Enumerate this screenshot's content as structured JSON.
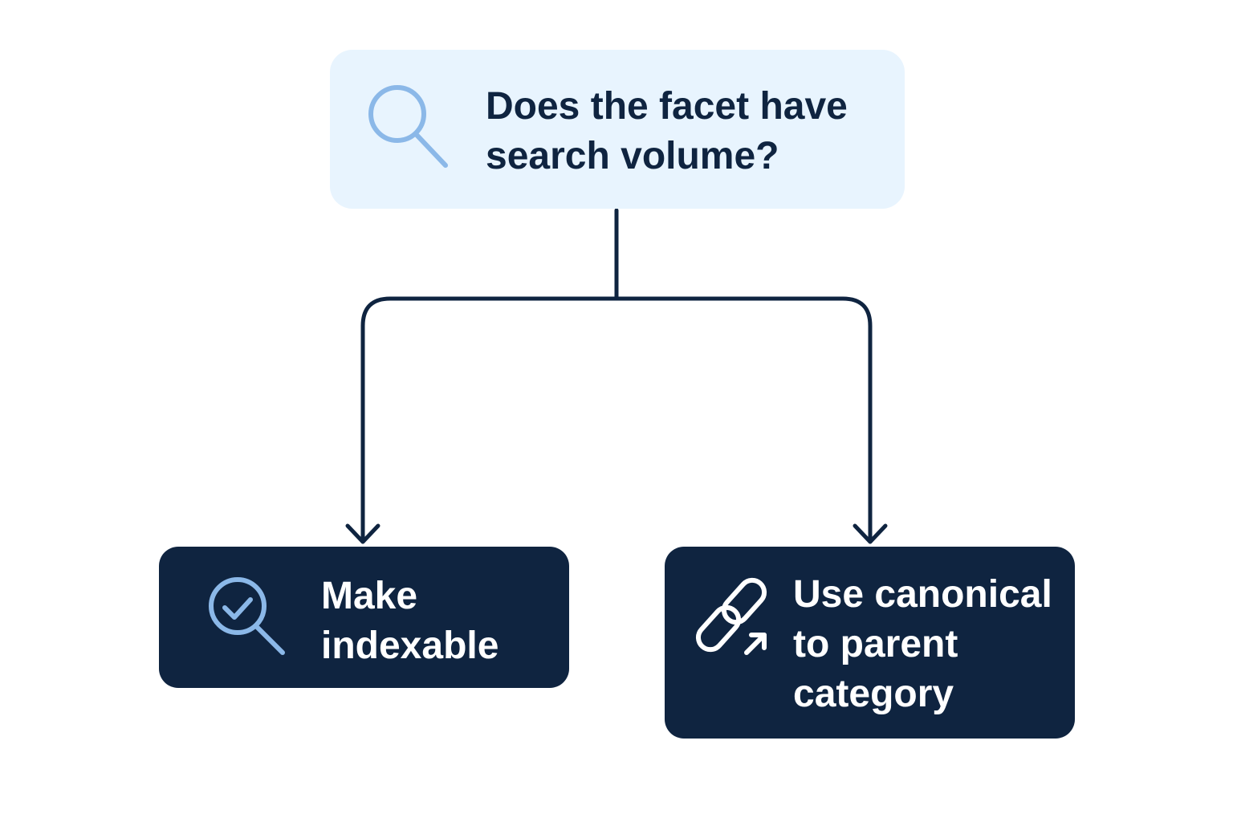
{
  "diagram": {
    "question": {
      "line1": "Does the facet have",
      "line2": "search volume?",
      "icon": "search-icon"
    },
    "yes_outcome": {
      "line1": "Make",
      "line2": "indexable",
      "icon": "search-check-icon"
    },
    "no_outcome": {
      "line1": "Use canonical",
      "line2": "to parent",
      "line3": "category",
      "icon": "link-arrow-icon"
    }
  },
  "colors": {
    "question_bg": "#e8f4fe",
    "outcome_bg": "#0f2440",
    "connector": "#0f2440",
    "icon_accent": "#8bb8e8",
    "text_dark": "#0f2440",
    "text_light": "#ffffff"
  }
}
